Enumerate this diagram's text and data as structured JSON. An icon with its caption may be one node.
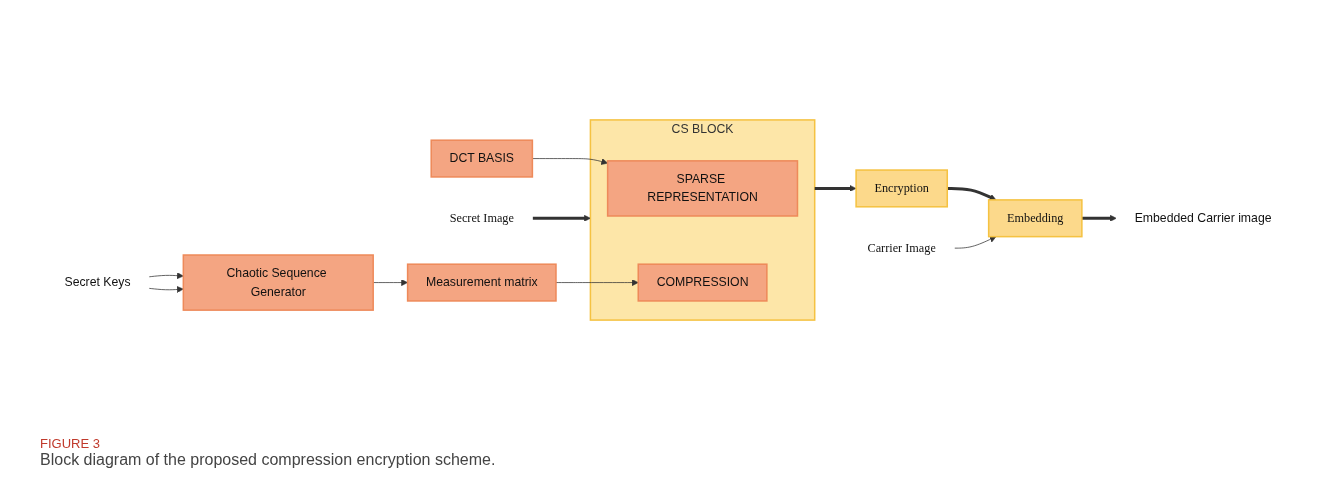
{
  "diagram": {
    "caption": "Block diagram of the proposed compression encryption scheme.",
    "nodes": [
      {
        "text": [
          "Secret Image"
        ]
      },
      {
        "text": [
          "CS BLOCK"
        ]
      },
      {
        "text": [
          "SPARSE REPRESENTATION"
        ],
        "in": 1
      },
      {
        "text": [
          "COMPRESSION"
        ],
        "in": 1
      },
      {
        "text": [
          "DCT BASIS"
        ]
      },
      {
        "text": [
          "Measurement matrix"
        ]
      },
      {
        "text": [
          "Chaotic Sequence Generator"
        ]
      },
      {
        "text": [
          "Secret Keys"
        ]
      },
      {
        "text": [
          "Encryption"
        ]
      },
      {
        "text": [
          "Embedding"
        ]
      },
      {
        "text": [
          "Embedded Carrier image"
        ]
      },
      {
        "text": [
          "Carrier Image"
        ]
      }
    ],
    "edges": [
      {
        "from": 0,
        "to": 1,
        "arrow": "to",
        "style": "thick"
      },
      {
        "from": 4,
        "to": 2,
        "arrow": "to"
      },
      {
        "from": 5,
        "to": 3,
        "arrow": "to"
      },
      {
        "from": 6,
        "to": 5,
        "arrow": "to"
      },
      {
        "from": 7,
        "to": 6,
        "arrow": "to"
      },
      {
        "from": 7,
        "to": 6,
        "arrow": "to"
      },
      {
        "from": 1,
        "to": 8,
        "arrow": "to",
        "style": "thick"
      },
      {
        "from": 8,
        "to": 9,
        "arrow": "to",
        "style": "thick"
      },
      {
        "from": 9,
        "to": 10,
        "arrow": "to",
        "style": "thick"
      },
      {
        "from": 11,
        "to": 9,
        "arrow": "to"
      }
    ],
    "labels": [
      "FIGURE 3"
    ]
  }
}
